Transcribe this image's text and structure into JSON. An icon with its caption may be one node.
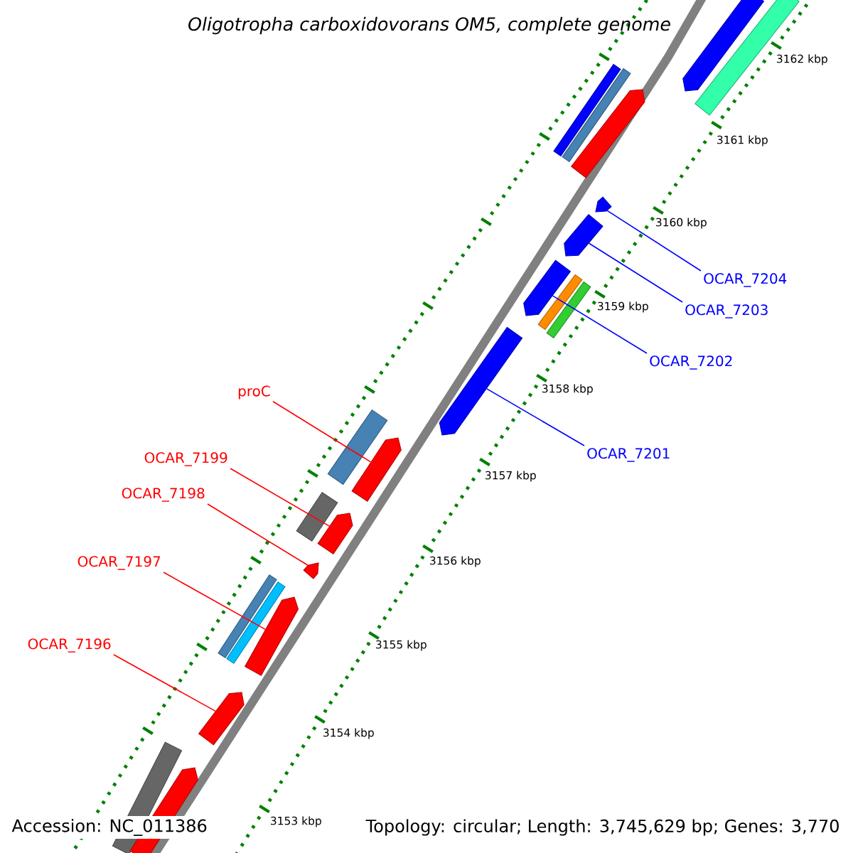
{
  "diagram": {
    "title": "Oligotropha carboxidovorans OM5, complete genome",
    "nodes": [
      {
        "text": [
          "OCAR_7204"
        ]
      },
      {
        "text": [
          "OCAR_7203"
        ]
      },
      {
        "text": [
          "OCAR_7202"
        ]
      },
      {
        "text": [
          "proC"
        ]
      },
      {
        "text": [
          "OCAR_7201"
        ]
      },
      {
        "text": [
          "OCAR_7199"
        ]
      },
      {
        "text": [
          "OCAR_7198"
        ]
      },
      {
        "text": [
          "OCAR_7197"
        ]
      },
      {
        "text": [
          "OCAR_7196"
        ]
      },
      {
        "text": [],
        "shape": "bar"
      },
      {
        "text": [],
        "shape": "bar"
      },
      {
        "text": [],
        "shape": "bar"
      },
      {
        "text": [],
        "shape": "bar"
      },
      {
        "text": [],
        "shape": "bar"
      },
      {
        "text": [],
        "shape": "bar"
      },
      {
        "text": [],
        "shape": "bar"
      },
      {
        "text": [],
        "shape": "bar"
      },
      {
        "text": [],
        "shape": "bar"
      },
      {
        "text": [],
        "shape": "bar"
      },
      {
        "text": [],
        "shape": "bar"
      },
      {
        "text": [],
        "shape": "bar"
      },
      {
        "text": [],
        "shape": "bar"
      },
      {
        "text": [],
        "shape": "bar"
      },
      {
        "text": [],
        "shape": "bar"
      },
      {
        "text": [],
        "shape": "bar"
      },
      {
        "text": [],
        "shape": "bar"
      },
      {
        "text": [],
        "shape": "bar"
      },
      {
        "text": [],
        "shape": "bar"
      },
      {
        "text": [],
        "shape": "bar"
      },
      {
        "text": [],
        "shape": "bar"
      },
      {
        "text": [],
        "shape": "bar"
      }
    ],
    "edges": [
      {
        "from": 0,
        "to": 14,
        "arrow": "none",
        "color": "#0000ff"
      },
      {
        "from": 1,
        "to": 15,
        "arrow": "none",
        "color": "#0000ff"
      },
      {
        "from": 2,
        "to": 16,
        "arrow": "none",
        "color": "#0000ff"
      },
      {
        "from": 3,
        "to": 21,
        "arrow": "none"
      },
      {
        "from": 4,
        "to": 19,
        "arrow": "none",
        "color": "#0000ff"
      },
      {
        "from": 5,
        "to": 23,
        "arrow": "none"
      },
      {
        "from": 6,
        "to": 24,
        "arrow": "none"
      },
      {
        "from": 7,
        "to": 27,
        "arrow": "none"
      },
      {
        "from": 8,
        "to": 28,
        "arrow": "none"
      }
    ],
    "labels": [
      "3162 kbp",
      "3161 kbp",
      "3160 kbp",
      "3159 kbp",
      "3158 kbp",
      "3157 kbp",
      "3156 kbp",
      "3155 kbp",
      "3154 kbp",
      "3153 kbp",
      "Accession: NC_011386",
      "Topology: circular; Length: 3,745,629 bp; Genes: 3,770"
    ]
  }
}
